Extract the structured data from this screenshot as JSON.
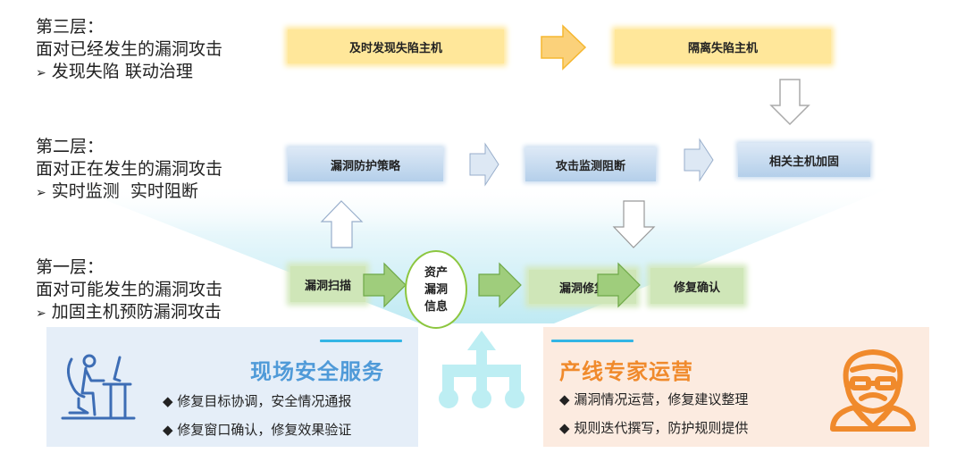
{
  "layers": [
    {
      "id": "layer3",
      "heading": "第三层：",
      "subtitle": "面对已经发生的漏洞攻击",
      "bullet_marker": "➢",
      "bullet": "发现失陷 联动治理"
    },
    {
      "id": "layer2",
      "heading": "第二层：",
      "subtitle": "面对正在发生的漏洞攻击",
      "bullet_marker": "➢",
      "bullet": "实时监测  实时阻断"
    },
    {
      "id": "layer1",
      "heading": "第一层：",
      "subtitle": "面对可能发生的漏洞攻击",
      "bullet_marker": "➢",
      "bullet": "加固主机预防漏洞攻击"
    }
  ],
  "flow": {
    "layer3_steps": [
      "及时发现失陷主机",
      "隔离失陷主机"
    ],
    "layer2_steps": [
      "漏洞防护策略",
      "攻击监测阻断",
      "相关主机加固"
    ],
    "layer1_steps": [
      "漏洞扫描",
      "漏洞修复",
      "修复确认"
    ],
    "center_node": [
      "资产",
      "漏洞",
      "信息"
    ]
  },
  "panels": {
    "onsite": {
      "title": "现场安全服务",
      "bullet_marker": "◆",
      "items": [
        "修复目标协调，安全情况通报",
        "修复窗口确认，修复效果验证"
      ],
      "icon": "person-at-desk-icon"
    },
    "expert": {
      "title": "产线专家运营",
      "bullet_marker": "◆",
      "items": [
        "漏洞情况运营，修复建议整理",
        "规则迭代撰写，防护规则提供"
      ],
      "icon": "expert-person-icon"
    },
    "center_icon": "hierarchy-up-arrow-icon"
  },
  "colors": {
    "yellow_box": "#ffe79a",
    "yellow_arrow": "#fbd17a",
    "blue_box": "#b4cfea",
    "green_box": "#cfe6b8",
    "green_arrow": "#9fcd7c",
    "funnel": "#c8eef5",
    "onsite_title": "#4f9ad8",
    "onsite_icon": "#3d6db5",
    "expert_title": "#f08a2c",
    "expert_icon": "#f08a2c",
    "accent_line": "#33b5e5",
    "center_icon": "#bdeef3"
  }
}
